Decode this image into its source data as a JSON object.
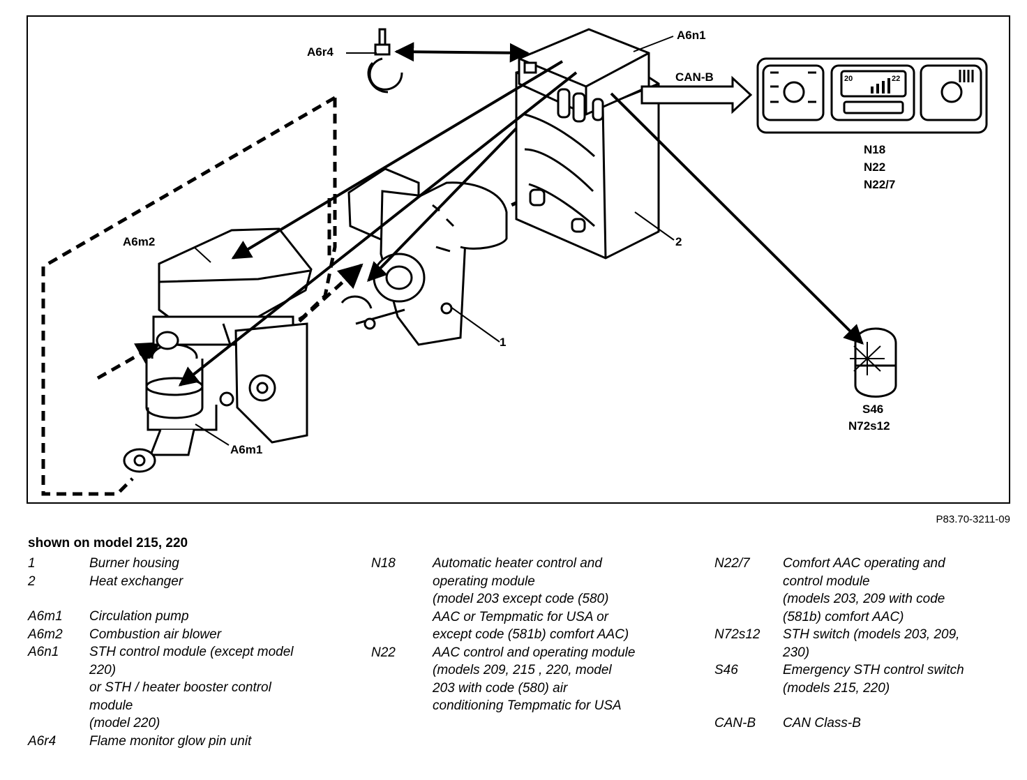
{
  "figure": {
    "labels": {
      "a6r4": "A6r4",
      "a6n1": "A6n1",
      "can_b": "CAN-B",
      "a6m2": "A6m2",
      "a6m1": "A6m1",
      "part1": "1",
      "part2": "2",
      "n_group": [
        "N18",
        "N22",
        "N22/7"
      ],
      "s_group": [
        "S46",
        "N72s12"
      ]
    },
    "control_panel_display": {
      "left_temp": "20",
      "right_temp": "22"
    },
    "figure_code": "P83.70-3211-09"
  },
  "caption": "shown on model 215, 220",
  "legend": {
    "col1": [
      {
        "code": "1",
        "desc": "Burner housing"
      },
      {
        "code": "2",
        "desc": "Heat exchanger",
        "gap_after": true
      },
      {
        "code": "A6m1",
        "desc": "Circulation pump"
      },
      {
        "code": "A6m2",
        "desc": "Combustion air blower"
      },
      {
        "code": "A6n1",
        "desc": "STH control module (except model\n220)\nor STH / heater booster control\nmodule\n(model 220)"
      },
      {
        "code": "A6r4",
        "desc": "Flame monitor glow pin unit"
      }
    ],
    "col2": [
      {
        "code": "N18",
        "desc": "Automatic heater control and\noperating module\n(model 203 except code (580)\nAAC or Tempmatic for USA or\nexcept code (581b) comfort AAC)"
      },
      {
        "code": "N22",
        "desc": "AAC control and operating module\n(models 209, 215 , 220, model\n203 with code (580) air\nconditioning Tempmatic for USA"
      }
    ],
    "col3": [
      {
        "code": "N22/7",
        "desc": "Comfort AAC operating and\ncontrol module\n(models 203, 209 with code\n(581b) comfort AAC)"
      },
      {
        "code": "N72s12",
        "desc": "STH switch (models 203, 209,\n230)"
      },
      {
        "code": "S46",
        "desc": "Emergency STH control switch\n(models 215, 220)",
        "gap_after": true
      },
      {
        "code": "CAN-B",
        "desc": "CAN Class-B"
      }
    ]
  }
}
